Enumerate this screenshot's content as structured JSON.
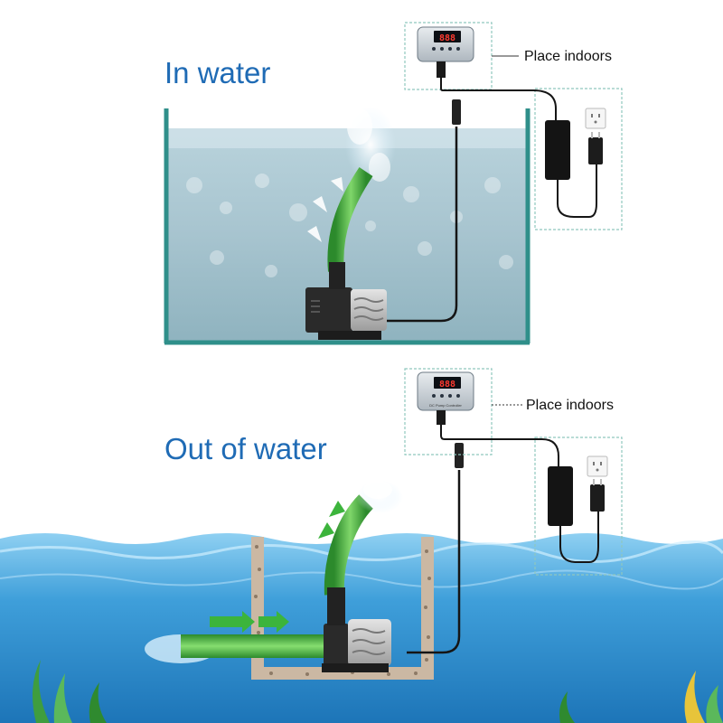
{
  "sections": {
    "in_water": {
      "title": "In water",
      "note": "Place indoors"
    },
    "out_of_water": {
      "title": "Out of water",
      "note": "Place indoors"
    }
  },
  "controller": {
    "display": "888",
    "caption": "DC Pump Controller"
  },
  "icons": [
    "water-pump-icon",
    "pump-controller-icon",
    "power-adapter-icon",
    "wall-socket-icon",
    "flow-arrow-icon",
    "water-spray-icon"
  ],
  "colors": {
    "title_blue": "#1f6bb5",
    "hose_green": "#3aa63a",
    "water_blue": "#6fb4e0",
    "tank_edge": "#2f8f8a"
  }
}
